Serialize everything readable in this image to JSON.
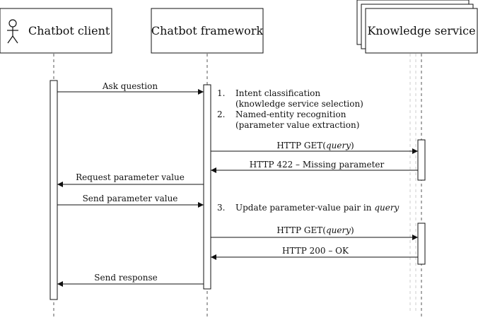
{
  "participants": {
    "client": {
      "label": "Chatbot client",
      "icon": "stick-figure-icon"
    },
    "framework": {
      "label": "Chatbot framework"
    },
    "knowledge": {
      "label": "Knowledge service",
      "icon": "stacked-boxes"
    }
  },
  "messages": {
    "ask_question": "Ask question",
    "get_query_1_prefix": "HTTP GET(",
    "get_query_1_arg": "query",
    "get_query_1_suffix": ")",
    "http_422": "HTTP 422 – Missing parameter",
    "request_param": "Request parameter value",
    "send_param": "Send parameter value",
    "get_query_2_prefix": "HTTP GET(",
    "get_query_2_arg": "query",
    "get_query_2_suffix": ")",
    "http_200": "HTTP 200 – OK",
    "send_response": "Send response"
  },
  "notes": {
    "n1_num": "1.",
    "n1_line1": "Intent classification",
    "n1_line2": "(knowledge service selection)",
    "n2_num": "2.",
    "n2_line1": "Named-entity recognition",
    "n2_line2": "(parameter value extraction)",
    "n3_num": "3.",
    "n3_text": "Update parameter-value pair in ",
    "n3_italic": "query"
  }
}
